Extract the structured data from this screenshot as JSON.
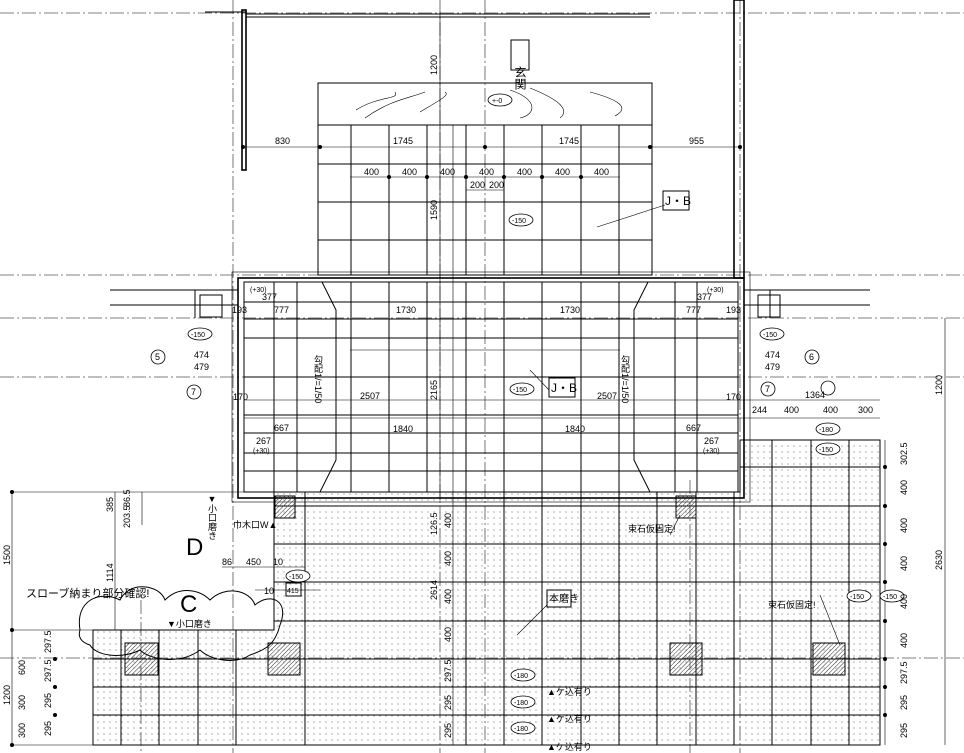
{
  "labels": {
    "genkan": "玄関",
    "jb_upper": "J・B",
    "jb_lower": "J・B",
    "honmigaki": "本磨き",
    "slope_note": "スローブ納まり部分確認!",
    "tsukaishi_left": "束石仮固定!",
    "tsukaishi_right": "束石仮固定!",
    "koguchi_1": "▼小口磨き",
    "koguchi_2": "▼小口磨き",
    "habaki": "巾木口W▲",
    "kekomi_1": "▲ケ込有り",
    "kekomi_2": "▲ケ込有り",
    "kekomi_3": "▲ケ込有り",
    "slope_left": "勾配1/=1/50",
    "slope_right": "勾配1/=1/50"
  },
  "markers": {
    "d": "D",
    "c": "C",
    "s5": "5",
    "s6": "6",
    "s7a": "7",
    "s7b": "7"
  },
  "levels": {
    "upper": "+-0",
    "upper_mid": "-150",
    "lower_mid": "-150",
    "step1": "-180",
    "step2": "-180",
    "step3": "-180",
    "right1": "-150",
    "right2": "-180",
    "right3": "-150",
    "right4": "-150",
    "left_box": "-150",
    "right_box": "-150",
    "ramp": "-150",
    "corner_tl": "(+30)",
    "corner_tr": "(+30)",
    "corner_bl": "(+30)",
    "corner_br": "(+30)",
    "box_415": "415"
  },
  "dimensions": {
    "top_830": "830",
    "top_1745a": "1745",
    "top_1745b": "1745",
    "top_955": "955",
    "v_1200": "1200",
    "v_1590": "1590",
    "r400": [
      "400",
      "400",
      "400",
      "400",
      "400",
      "400",
      "400"
    ],
    "r200": [
      "200",
      "200"
    ],
    "mid_1730a": "1730",
    "mid_1730b": "1730",
    "mid_377a": "377",
    "mid_377b": "377",
    "mid_777a": "777",
    "mid_777b": "777",
    "mid_2507a": "2507",
    "mid_2507b": "2507",
    "mid_1840a": "1840",
    "mid_1840b": "1840",
    "mid_2165": "2165",
    "mid_667a": "667",
    "mid_667b": "667",
    "mid_267a": "267",
    "mid_267b": "267",
    "mid_193a": "193",
    "mid_193b": "193",
    "mid_170a": "170",
    "mid_170b": "170",
    "mid_474a": "474",
    "mid_479a": "479",
    "mid_474b": "474",
    "mid_479b": "479",
    "right_1364": "1364",
    "right_244": "244",
    "right_400a": "400",
    "right_400b": "400",
    "right_300": "300",
    "right_302": "302.5",
    "right_2630": "2630",
    "right_1200": "1200",
    "left_1500": "1500",
    "left_1114": "1114",
    "left_385": "385",
    "left_865": "86.5",
    "left_2035": "203.5",
    "left_1200": "1200",
    "left_600": "600",
    "left_300a": "300",
    "left_300b": "300",
    "left_2975a": "297.5",
    "left_2975b": "297.5",
    "left_295a": "295",
    "left_295b": "295",
    "ramp_86": "86",
    "ramp_450": "450",
    "ramp_10a": "10",
    "ramp_10b": "10",
    "mid_2614": "2614",
    "mid_1265": "126.5",
    "c_vals": [
      "400",
      "400",
      "400",
      "400",
      "297.5",
      "295",
      "295"
    ],
    "r_vals": [
      "400",
      "400",
      "400",
      "400",
      "400",
      "297.5",
      "295",
      "295"
    ]
  }
}
